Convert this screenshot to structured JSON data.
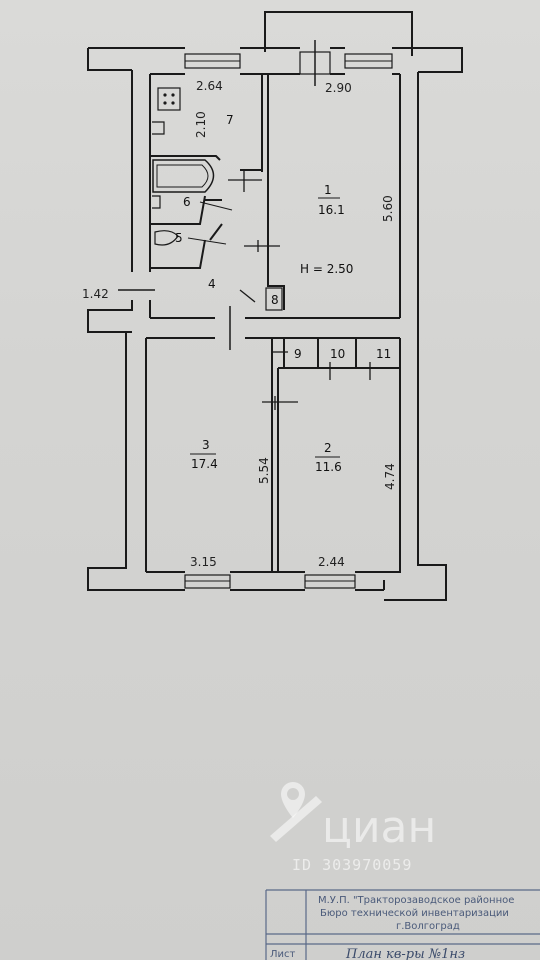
{
  "plan": {
    "height_label": "H = 2.50",
    "rooms": [
      {
        "number": "1",
        "area": "16.1"
      },
      {
        "number": "2",
        "area": "11.6"
      },
      {
        "number": "3",
        "area": "17.4"
      },
      {
        "number": "4"
      },
      {
        "number": "5"
      },
      {
        "number": "6"
      },
      {
        "number": "7"
      },
      {
        "number": "8"
      },
      {
        "number": "9"
      },
      {
        "number": "10"
      },
      {
        "number": "11"
      }
    ],
    "dimensions": {
      "top_kitchen": "2.64",
      "kitchen_side": "2.10",
      "top_room1": "2.90",
      "room1_side": "5.60",
      "corridor": "1.42",
      "room3_side": "5.54",
      "room2_side": "4.74",
      "bottom_room3": "3.15",
      "bottom_room2": "2.44"
    }
  },
  "watermark": {
    "brand": "циан",
    "id": "ID 303970059"
  },
  "stamp": {
    "org_line1": "М.У.П. \"Тракторозаводское районное",
    "org_line2": "Бюро технической инвентаризации",
    "org_line3": "г.Волгоград",
    "sheet_label": "Лист",
    "plan_text": "План кв-ры №1нз"
  },
  "colors": {
    "paper": "#d4d4d2",
    "ink": "#1a1a1a",
    "stamp_ink": "#4a5a7a"
  }
}
